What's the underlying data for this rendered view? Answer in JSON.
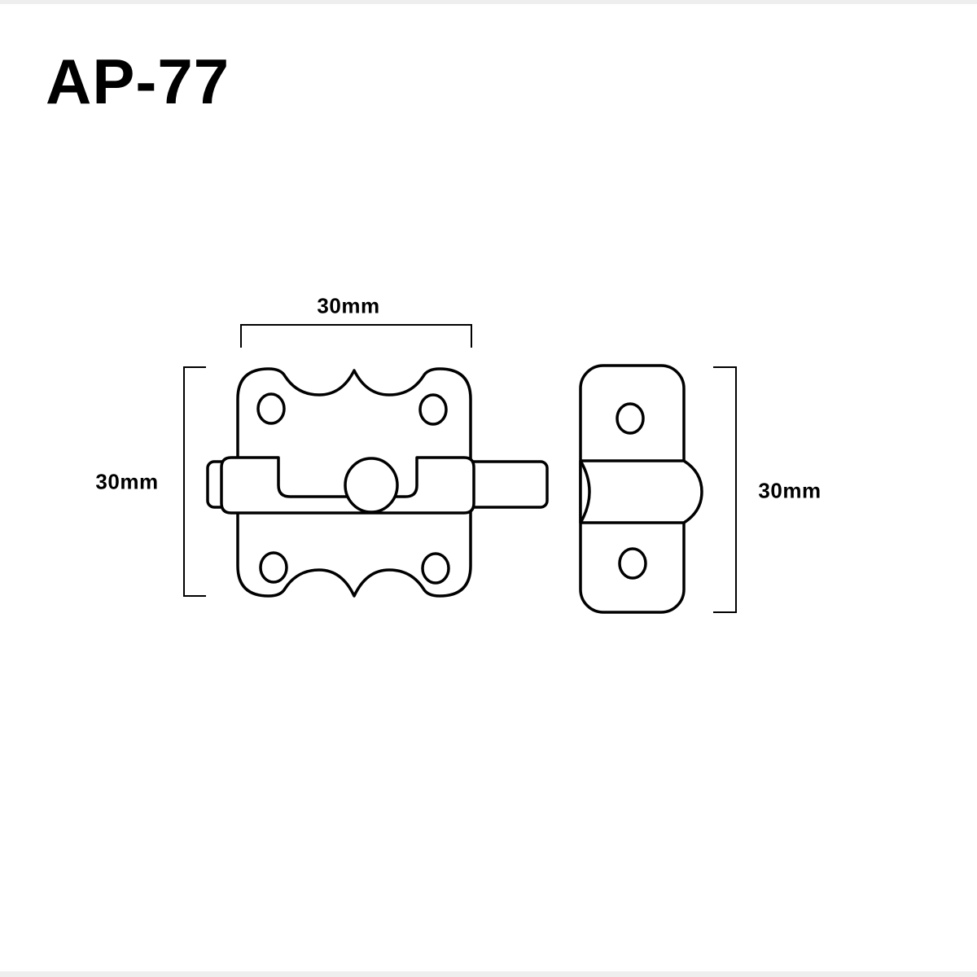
{
  "title": "AP-77",
  "dimensions": {
    "plate_width": "30mm",
    "plate_height": "30mm",
    "keeper_height": "30mm"
  },
  "colors": {
    "line": "#000000",
    "background": "#ffffff",
    "band": "#eeeeee"
  }
}
